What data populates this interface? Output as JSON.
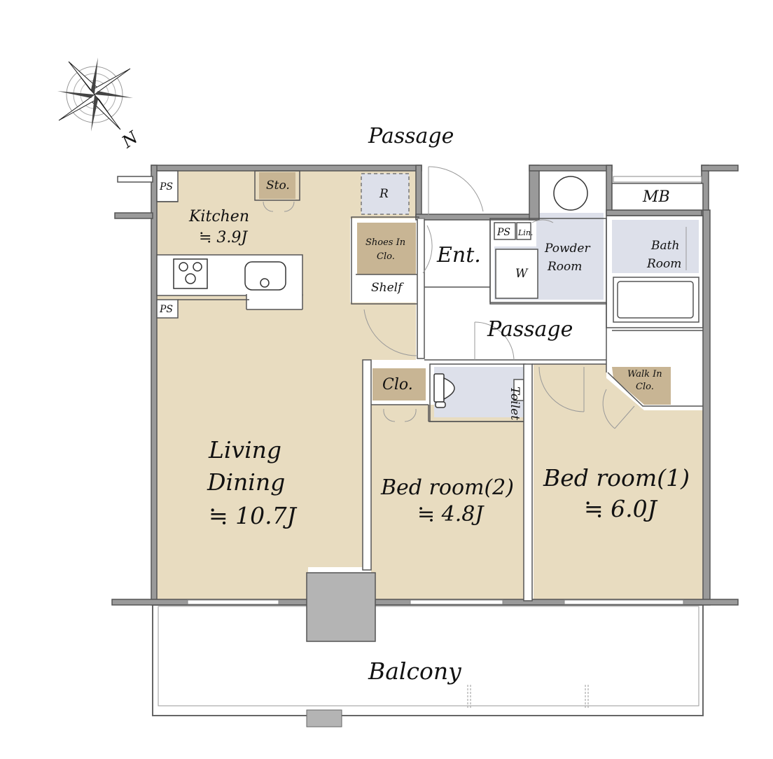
{
  "colors": {
    "floor_wood": "#e8dcc0",
    "wet_area": "#dde0ea",
    "storage": "#c8b594",
    "wall": "#9a9a9a",
    "pillar": "#b4b4b4"
  },
  "labels": {
    "passage_top": "Passage",
    "passage_mid": "Passage",
    "mb": "MB",
    "ps_kitchen_top": "PS",
    "ps_kitchen_bottom": "PS",
    "ps_entry": "PS",
    "lin": "Lin.",
    "sto": "Sto.",
    "r": "R",
    "kitchen": "Kitchen",
    "kitchen_size": "≒ 3.9J",
    "shoes_line1": "Shoes In",
    "shoes_line2": "Clo.",
    "shelf": "Shelf",
    "ent": "Ent.",
    "w": "W",
    "powder_line1": "Powder",
    "powder_line2": "Room",
    "bath_line1": "Bath",
    "bath_line2": "Room",
    "clo": "Clo.",
    "toilet": "Toilet",
    "walkin_line1": "Walk In",
    "walkin_line2": "Clo.",
    "living_line1": "Living",
    "living_line2": "Dining",
    "living_size": "≒ 10.7J",
    "bed2": "Bed room(2)",
    "bed2_size": "≒ 4.8J",
    "bed1": "Bed room(1)",
    "bed1_size": "≒ 6.0J",
    "balcony": "Balcony",
    "compass_n": "N"
  }
}
